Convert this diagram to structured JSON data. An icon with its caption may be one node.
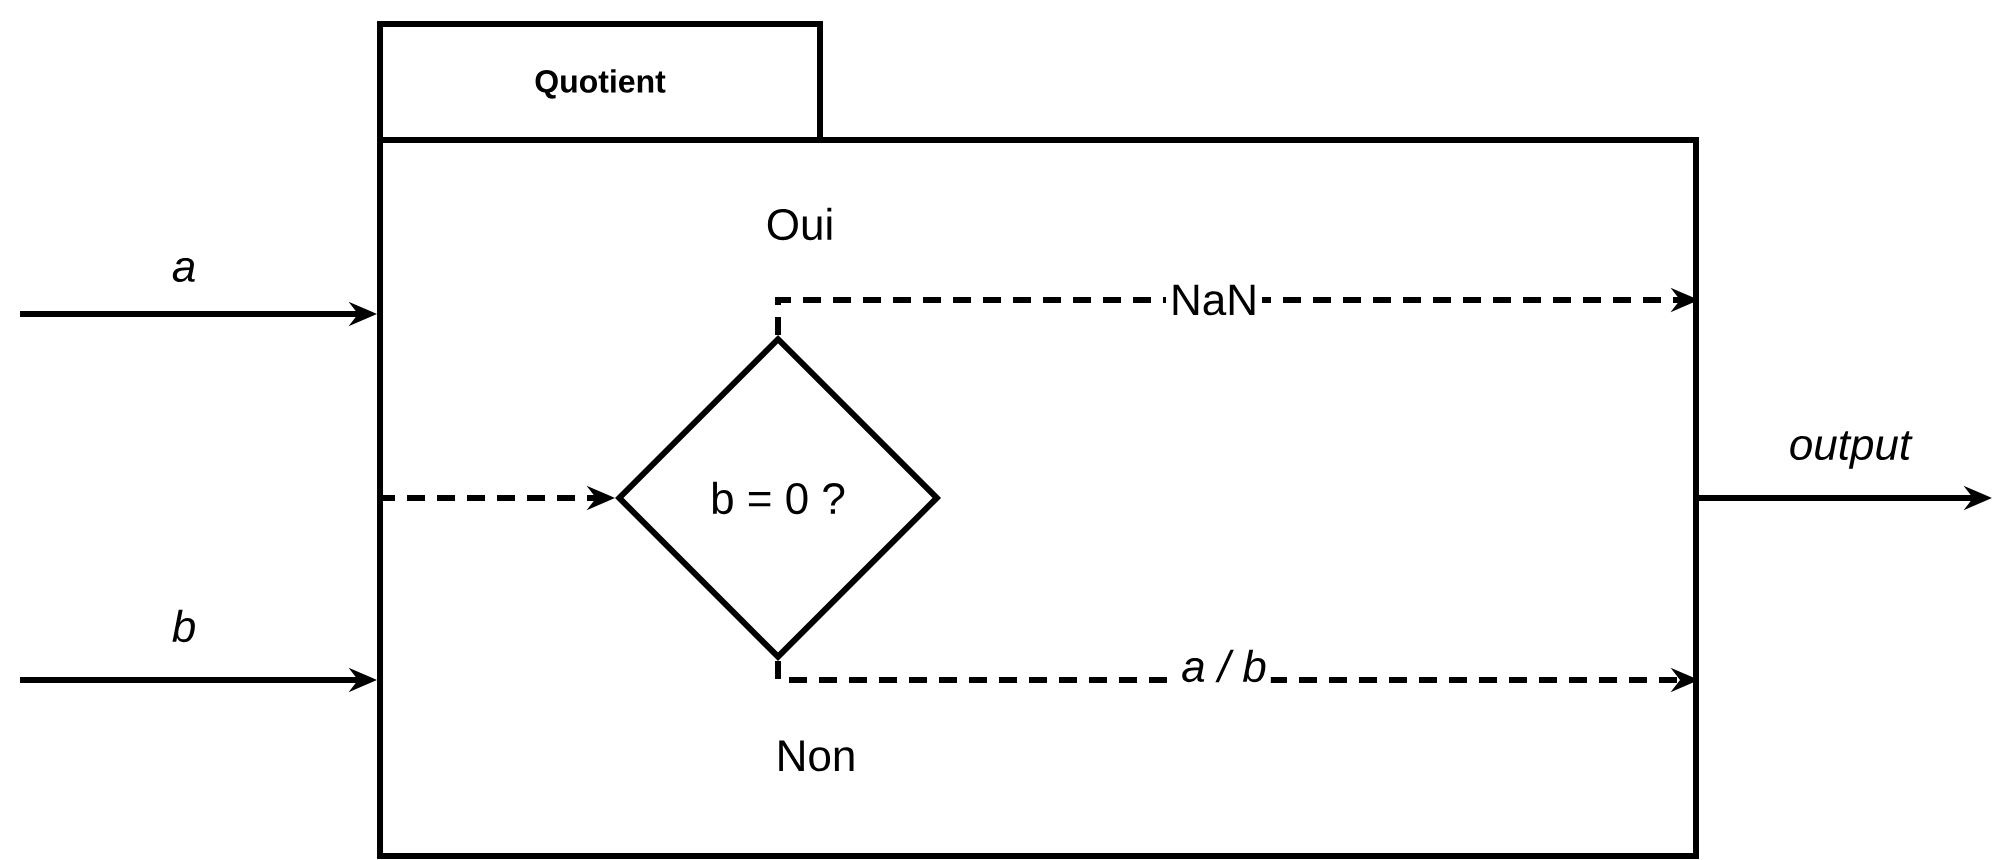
{
  "diagram": {
    "nodes": [
      {
        "text": [
          "Quotient"
        ]
      },
      {
        "text": [
          "b = 0 ?"
        ],
        "in": 0,
        "beside": [
          "Oui",
          "Non"
        ]
      }
    ],
    "edges": [
      {
        "from": null,
        "to": 0,
        "arrow": "to",
        "label": "a"
      },
      {
        "from": null,
        "to": 0,
        "arrow": "to",
        "label": "b"
      },
      {
        "from": 0,
        "to": 1,
        "arrow": "to",
        "style": "dashed"
      },
      {
        "from": 1,
        "to": 0,
        "arrow": "to",
        "style": "dashed",
        "label": "NaN"
      },
      {
        "from": 1,
        "to": 0,
        "arrow": "to",
        "style": "dashed",
        "label": "a / b"
      },
      {
        "from": 0,
        "to": null,
        "arrow": "to",
        "label": "output"
      }
    ]
  }
}
